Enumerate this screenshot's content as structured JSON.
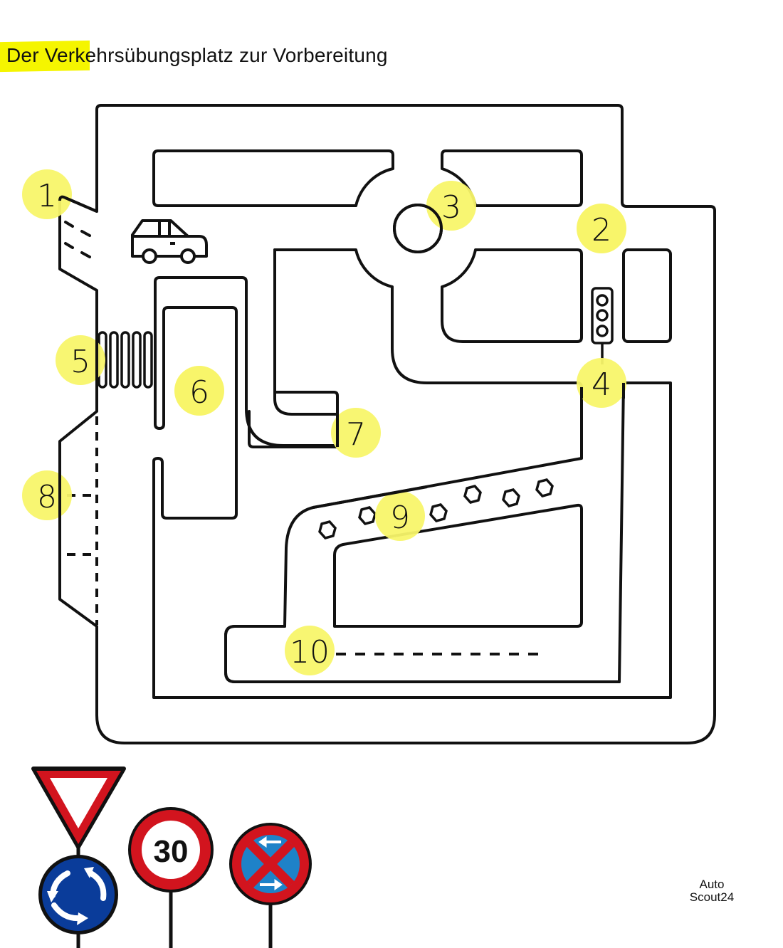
{
  "header": {
    "title": "Der Verkehrsübungsplatz zur Vorbereitung"
  },
  "colors": {
    "highlight": "#f5f500",
    "marker": "#f8f56a",
    "line": "#111111",
    "sign_red": "#d2141e",
    "sign_blue": "#0a3c9a",
    "sign_light_blue": "#1e82c8"
  },
  "markers": [
    {
      "id": 1,
      "label": "1"
    },
    {
      "id": 2,
      "label": "2"
    },
    {
      "id": 3,
      "label": "3"
    },
    {
      "id": 4,
      "label": "4"
    },
    {
      "id": 5,
      "label": "5"
    },
    {
      "id": 6,
      "label": "6"
    },
    {
      "id": 7,
      "label": "7"
    },
    {
      "id": 8,
      "label": "8"
    },
    {
      "id": 9,
      "label": "9"
    },
    {
      "id": 10,
      "label": "10"
    }
  ],
  "icons": {
    "car": "car-icon",
    "traffic_light": "traffic-light-icon",
    "roundabout": "roundabout-icon",
    "pylons": "cone-icon"
  },
  "signs": [
    {
      "name": "yield-sign",
      "type": "triangle"
    },
    {
      "name": "roundabout-sign",
      "type": "blue-circle"
    },
    {
      "name": "speed-limit-sign",
      "type": "red-circle",
      "text": "30"
    },
    {
      "name": "no-stopping-sign",
      "type": "red-circle-blue"
    }
  ],
  "logo": {
    "line1": "Auto",
    "line2": "Scout24"
  }
}
